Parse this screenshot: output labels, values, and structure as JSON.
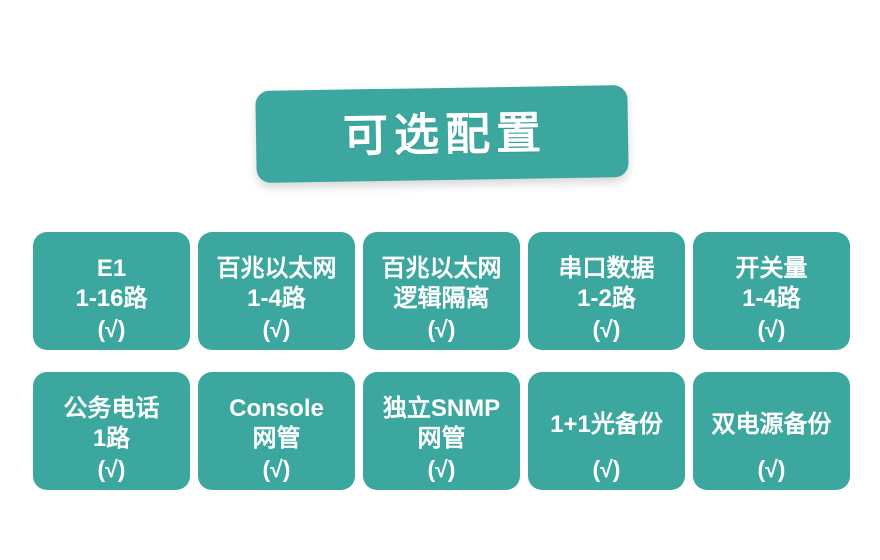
{
  "banner": {
    "title": "可选配置",
    "color": "#3ca79e"
  },
  "theme": {
    "card_color": "#3ca79e",
    "text_color": "#ffffff",
    "background": "#ffffff"
  },
  "cards": {
    "check_label": "(√)",
    "rows": [
      [
        {
          "name": "e1",
          "lines": [
            "E1",
            "1-16路"
          ],
          "check": "(√)"
        },
        {
          "name": "fast-ethernet",
          "lines": [
            "百兆以太网",
            "1-4路"
          ],
          "check": "(√)"
        },
        {
          "name": "fast-ethernet-logical-isolation",
          "lines": [
            "百兆以太网",
            "逻辑隔离"
          ],
          "check": "(√)"
        },
        {
          "name": "serial-data",
          "lines": [
            "串口数据",
            "1-2路"
          ],
          "check": "(√)"
        },
        {
          "name": "switch-quantity",
          "lines": [
            "开关量",
            "1-4路"
          ],
          "check": "(√)"
        }
      ],
      [
        {
          "name": "service-phone",
          "lines": [
            "公务电话",
            "1路"
          ],
          "check": "(√)"
        },
        {
          "name": "console-management",
          "lines": [
            "Console",
            "网管"
          ],
          "check": "(√)"
        },
        {
          "name": "independent-snmp-management",
          "lines": [
            "独立SNMP",
            "网管"
          ],
          "check": "(√)"
        },
        {
          "name": "optical-1plus1-backup",
          "lines": [
            "1+1光备份"
          ],
          "check": "(√)"
        },
        {
          "name": "dual-power-backup",
          "lines": [
            "双电源备份"
          ],
          "check": "(√)"
        }
      ]
    ]
  }
}
